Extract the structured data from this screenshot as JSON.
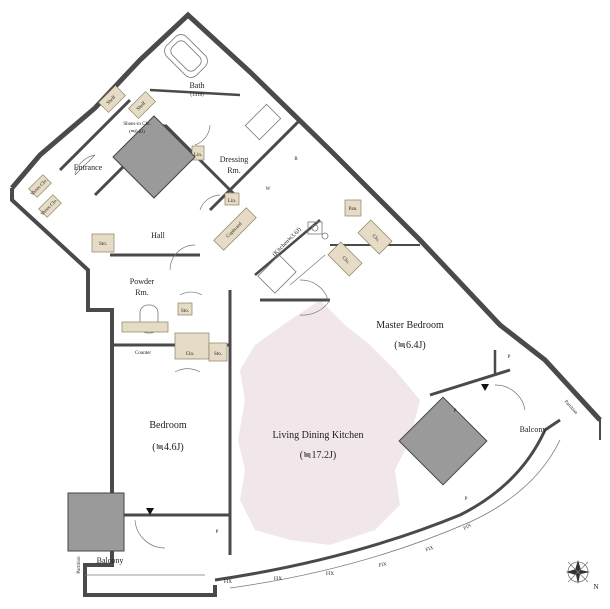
{
  "rooms": {
    "master_bedroom": {
      "name": "Master Bedroom",
      "size": "(≒6.4J)"
    },
    "living_dining_kitchen": {
      "name": "Living Dining Kitchen",
      "size": "(≒17.2J)"
    },
    "bedroom": {
      "name": "Bedroom",
      "size": "(≒4.6J)"
    },
    "bath": {
      "name": "Bath",
      "size": "(1418)"
    },
    "dressing": {
      "line1": "Dressing",
      "line2": "Rm."
    },
    "entrance": {
      "name": "Entrance"
    },
    "hall": {
      "name": "Hall"
    },
    "powder": {
      "line1": "Powder",
      "line2": "Rm."
    },
    "kitchen": {
      "size": "(Kitchen≒3.6J)"
    },
    "balcony_right": {
      "name": "Balcony"
    },
    "balcony_left": {
      "name": "Balcony"
    }
  },
  "storage_labels": {
    "shelf_1": "Shelf",
    "shelf_2": "Shelf",
    "shoes_in_clo_1": "Shoes-in Clo.",
    "shoes_in_clo_2": "(≒0.8J)",
    "lin_1": "Lin.",
    "lin_2": "Lin.",
    "shoes_clo_1": "Shoes Clo.",
    "shoes_clo_2": "Shoes Clo.",
    "sto_1": "Sto.",
    "sto_2": "Sto.",
    "sto_3": "Sto.",
    "cupboard": "Cupboard",
    "pan": "Pan.",
    "clo_1": "Clo.",
    "clo_2": "Clo.",
    "clo_3": "Clo.",
    "counter": "Counter"
  },
  "fixtures": {
    "refrigerator": "R",
    "washer": "W",
    "pipe_space_1": "P",
    "pipe_space_2": "P",
    "pipe_space_3": "P",
    "pipe_space_4": "P"
  },
  "windows": {
    "fix_1": "FIX",
    "fix_2": "FIX",
    "fix_3": "FIX",
    "fix_4": "FIX",
    "fix_5": "FIX",
    "fix_6": "FIX",
    "partition_left": "Partition",
    "partition_right": "Partition"
  },
  "compass": {
    "north": "N"
  },
  "colors": {
    "walls": "#5c5c5c",
    "storage": "#e6dcc6",
    "column": "#9a9a9a",
    "living_floor": "#f1e7ea"
  }
}
